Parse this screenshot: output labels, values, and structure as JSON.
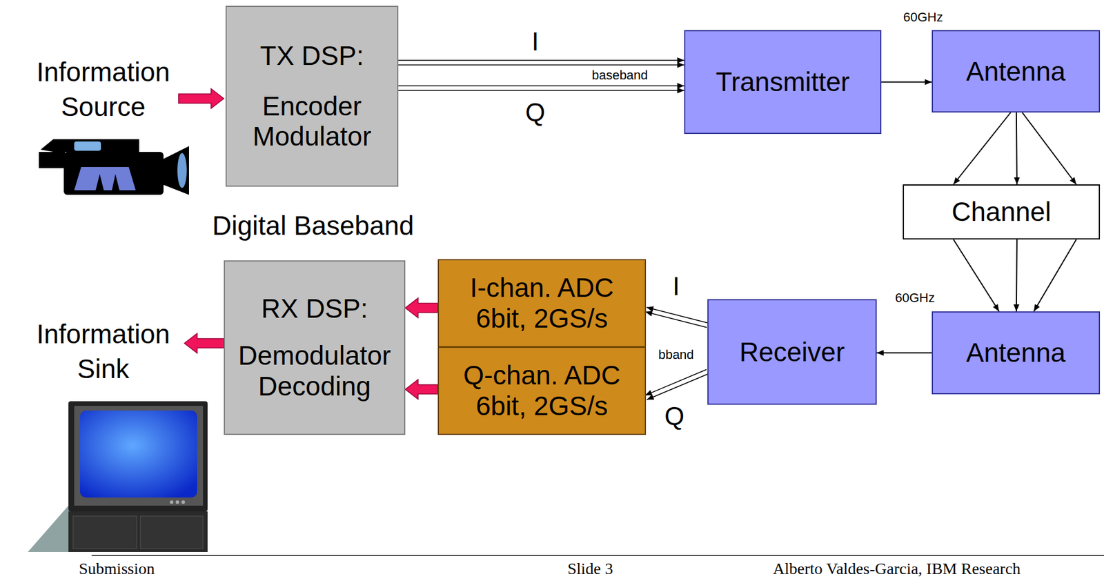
{
  "diagram": {
    "nodes": [
      {
        "text": [
          "TX DSP:",
          "Encoder Modulator"
        ]
      },
      {
        "text": [
          "Transmitter"
        ]
      },
      {
        "text": [
          "Antenna"
        ]
      },
      {
        "text": [
          "Channel"
        ]
      },
      {
        "text": [
          "RX DSP:",
          "Demodulator Decoding"
        ]
      },
      {
        "text": [
          "I-chan. ADC",
          "6bit, 2GS/s"
        ]
      },
      {
        "text": [
          "Q-chan. ADC",
          "6bit, 2GS/s"
        ]
      },
      {
        "text": [
          "Receiver"
        ]
      },
      {
        "text": [
          "Antenna"
        ]
      }
    ],
    "edges": [
      {
        "from": 0,
        "to": 1,
        "arrow": "to"
      },
      {
        "from": 0,
        "to": 1,
        "arrow": "to"
      },
      {
        "from": 1,
        "to": 2,
        "arrow": "to"
      },
      {
        "from": 2,
        "to": 3,
        "arrow": "to"
      },
      {
        "from": 2,
        "to": 3,
        "arrow": "to"
      },
      {
        "from": 2,
        "to": 3,
        "arrow": "to"
      },
      {
        "from": 3,
        "to": 8,
        "arrow": "to"
      },
      {
        "from": 3,
        "to": 8,
        "arrow": "to"
      },
      {
        "from": 3,
        "to": 8,
        "arrow": "to"
      },
      {
        "from": 8,
        "to": 7,
        "arrow": "to"
      },
      {
        "from": 7,
        "to": 5,
        "arrow": "to"
      },
      {
        "from": 7,
        "to": 6,
        "arrow": "to"
      },
      {
        "from": 5,
        "to": 4,
        "arrow": "to"
      },
      {
        "from": 6,
        "to": 4,
        "arrow": "to"
      }
    ],
    "labels": [
      "Information Source",
      "I",
      "baseband",
      "Q",
      "60GHz",
      "Digital Baseband",
      "I",
      "bband",
      "Q",
      "60GHz",
      "Information Sink",
      "Submission",
      "Slide 3",
      "Alberto Valdes-Garcia, IBM Research"
    ]
  }
}
